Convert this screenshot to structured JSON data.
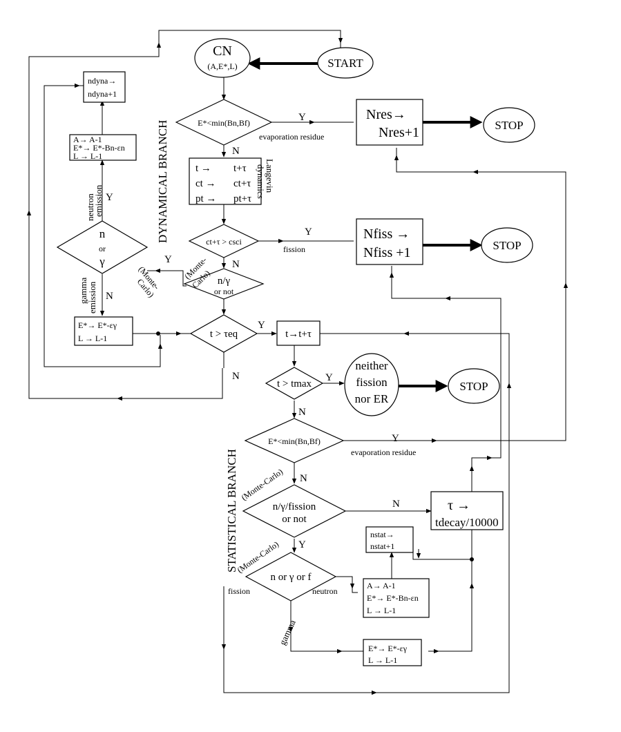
{
  "nodes": {
    "cn_main": "CN",
    "cn_sub": "(A,E*,L)",
    "start": "START",
    "cond_dyn_energy": "E*<min(Bn,Bf)",
    "n_res_1": "Nres→",
    "n_res_2": "Nres+1",
    "stop": "STOP",
    "lang_t": [
      "t →",
      "t+τ"
    ],
    "lang_c": [
      "ct →",
      "ct+τ"
    ],
    "lang_p": [
      "pt →",
      "pt+τ"
    ],
    "cond_sci": "ct+τ > csci",
    "n_fiss_1": "Nfiss →",
    "n_fiss_2": "Nfiss +1",
    "n_gamma_or_not_1": "n/γ",
    "n_gamma_or_not_2": "or not",
    "cond_eq": "t > τeq",
    "t_step": "t→t+τ",
    "cond_tmax": "t > tmax",
    "neither_1": "neither",
    "neither_2": "fission",
    "neither_3": "nor ER",
    "cond_stat_energy": "E*<min(Bn,Bf)",
    "n_gamma_fission_1": "n/γ/fission",
    "n_gamma_fission_2": "or not",
    "tau_1": "τ →",
    "tau_2": "tdecay/10000",
    "n_stat_1": "nstat→",
    "n_stat_2": "nstat+1",
    "n_gamma_f": "n or γ or f",
    "stat_neutron": [
      "A→ A-1",
      "E*→ E*-Bn-εn",
      "L → L-1"
    ],
    "stat_gamma": [
      "E*→ E*-εγ",
      "L → L-1"
    ],
    "n_dyna_1": "ndyna→",
    "n_dyna_2": "ndyna+1",
    "dyn_neutron": [
      "A→ A-1",
      "E*→ E*-Bn-εn",
      "L → L-1"
    ],
    "dyn_n_1": "n",
    "dyn_n_2": "or",
    "dyn_n_3": "γ",
    "dyn_gamma": [
      "E*→ E*-εγ",
      "L → L-1"
    ]
  },
  "labels": {
    "dynamical_branch": "DYNAMICAL BRANCH",
    "statistical_branch": "STATISTICAL BRANCH",
    "langevin_1": "Langevin",
    "langevin_2": "dynamics",
    "evap_residue_1": "evaporation residue",
    "evap_residue_2": "evaporation residue",
    "fission_1": "fission",
    "fission_2": "fission",
    "neutron": "neutron",
    "gamma": "gamma",
    "neutron_emission_1": "neutron",
    "neutron_emission_2": "emission",
    "gamma_emission_1": "gamma",
    "gamma_emission_2": "emission",
    "monte_carlo_1a": "(Monte-",
    "monte_carlo_1b": "Carlo)",
    "monte_carlo_2a": "(Monte-",
    "monte_carlo_2b": "Carlo)",
    "monte_carlo_3": "(Monte-Carlo)",
    "monte_carlo_4": "(Monte-Carlo)",
    "yes": "Y",
    "no": "N"
  }
}
